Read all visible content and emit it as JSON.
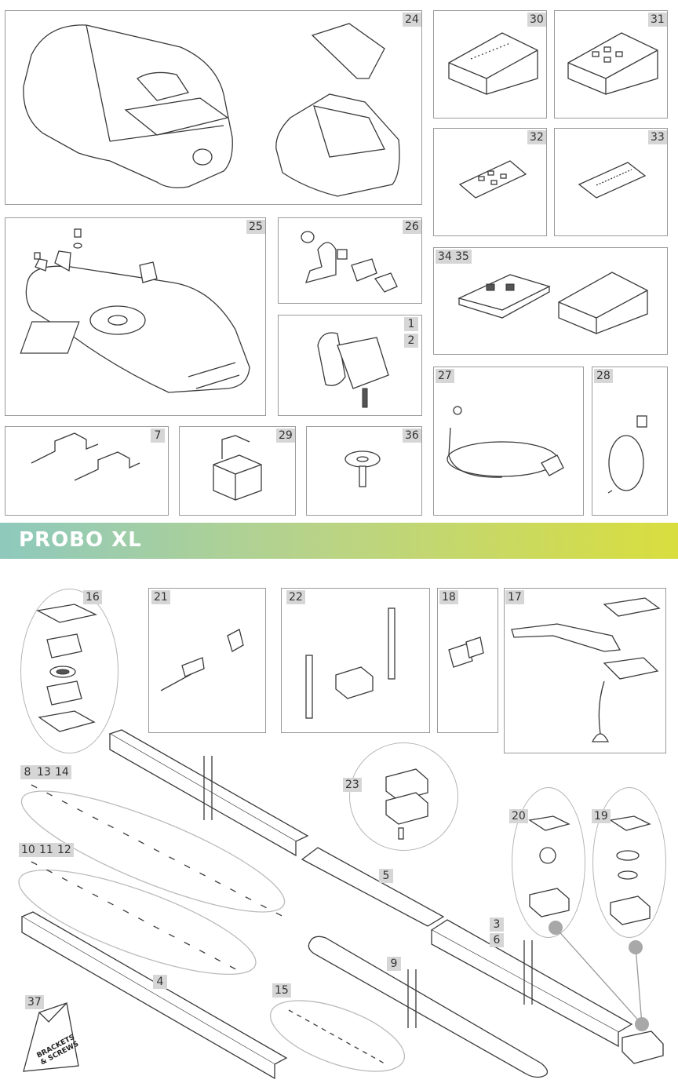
{
  "banner": {
    "title": "PROBO XL"
  },
  "labels": {
    "p24": "24",
    "p30": "30",
    "p31": "31",
    "p32": "32",
    "p33": "33",
    "p25": "25",
    "p26": "26",
    "p1": "1",
    "p2": "2",
    "p34": "34",
    "p35": "35",
    "p27": "27",
    "p28": "28",
    "p7": "7",
    "p29": "29",
    "p36": "36",
    "p16": "16",
    "p21": "21",
    "p22": "22",
    "p18": "18",
    "p17": "17",
    "p8": "8",
    "p13": "13",
    "p14": "14",
    "p10": "10",
    "p11": "11",
    "p12": "12",
    "p23": "23",
    "p20": "20",
    "p19": "19",
    "p5": "5",
    "p3": "3",
    "p6": "6",
    "p9": "9",
    "p4": "4",
    "p15": "15",
    "p37": "37"
  },
  "bag": {
    "line1": "BRACKETS",
    "line2": "& SCREWS"
  },
  "colors": {
    "banner_start": "#8ec9bd",
    "banner_end": "#d9de3e",
    "label_bg": "#d6d6d6",
    "border": "#9a9a9a",
    "dot": "#a8a8a8"
  }
}
